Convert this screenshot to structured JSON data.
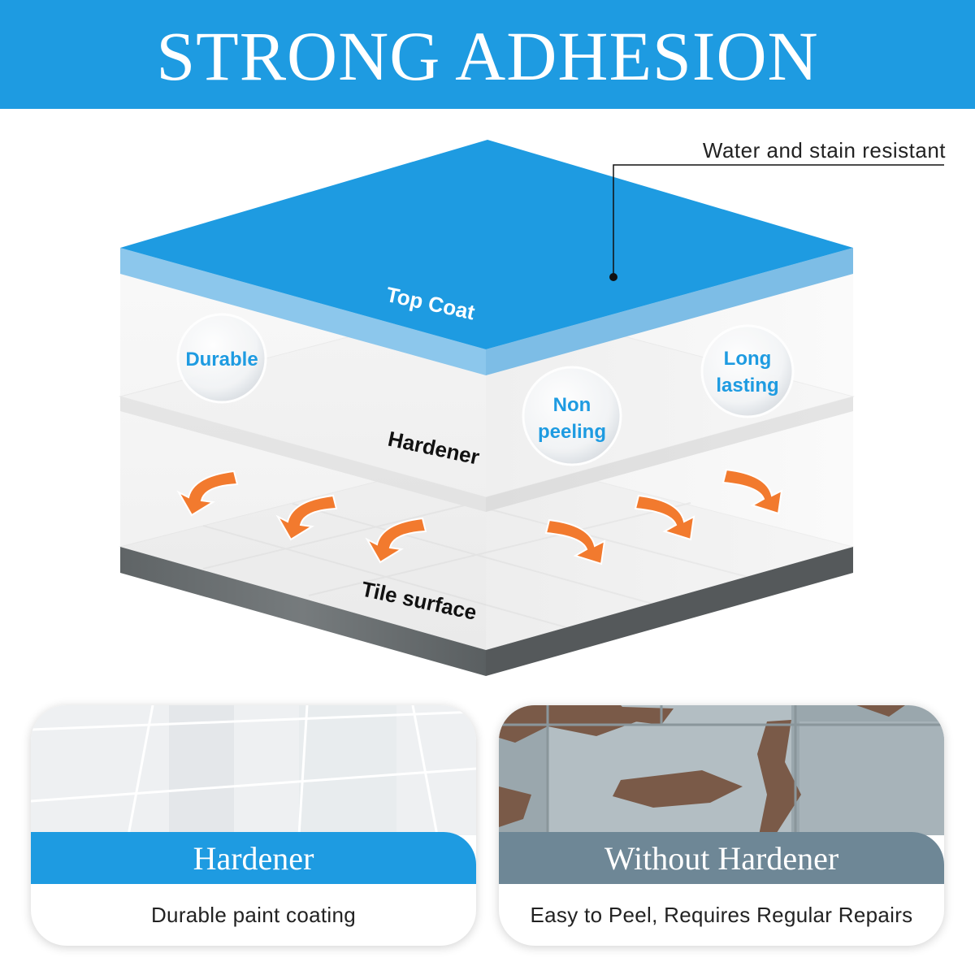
{
  "header": {
    "title": "STRONG ADHESION"
  },
  "callout": {
    "label": "Water and stain resistant"
  },
  "layers": {
    "top_coat": "Top Coat",
    "hardener": "Hardener",
    "tile_surface": "Tile surface"
  },
  "bubbles": {
    "durable": "Durable",
    "non_line1": "Non",
    "non_line2": "peeling",
    "long_line1": "Long",
    "long_line2": "lasting"
  },
  "comparison": {
    "with": {
      "title": "Hardener",
      "description": "Durable paint coating"
    },
    "without": {
      "title": "Without Hardener",
      "description": "Easy to Peel, Requires Regular Repairs"
    }
  },
  "colors": {
    "accent_blue": "#1e9be1",
    "light_blue": "#8cc7ec",
    "arrow_orange": "#f27a2e",
    "slate_grey": "#6e8796",
    "stone_grey": "#6b7072"
  }
}
